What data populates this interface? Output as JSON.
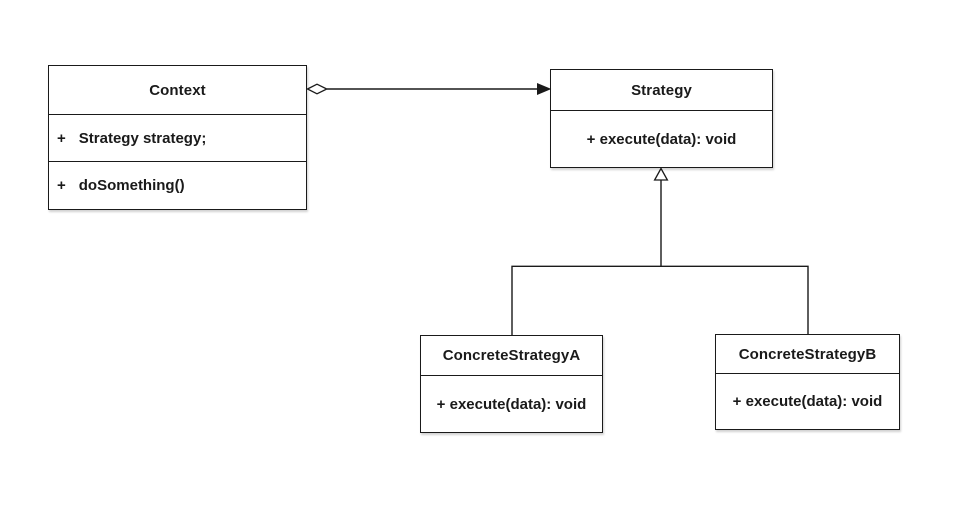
{
  "colors": {
    "background": "#ffffff",
    "stroke": "#1a1a1a",
    "box_fill": "#ffffff",
    "text": "#1a1a1a"
  },
  "classes": {
    "context": {
      "name": "Context",
      "attribute_prefix": "+",
      "attribute": "Strategy strategy;",
      "method_prefix": "+",
      "method": "doSomething()"
    },
    "strategy": {
      "name": "Strategy",
      "method": "+ execute(data): void"
    },
    "concrete_a": {
      "name": "ConcreteStrategyA",
      "method": "+ execute(data): void"
    },
    "concrete_b": {
      "name": "ConcreteStrategyB",
      "method": "+ execute(data): void"
    }
  },
  "relationships": [
    {
      "from": "Context",
      "to": "Strategy",
      "type": "directed aggregation"
    },
    {
      "from": "ConcreteStrategyA",
      "to": "Strategy",
      "type": "generalization"
    },
    {
      "from": "ConcreteStrategyB",
      "to": "Strategy",
      "type": "generalization"
    }
  ]
}
